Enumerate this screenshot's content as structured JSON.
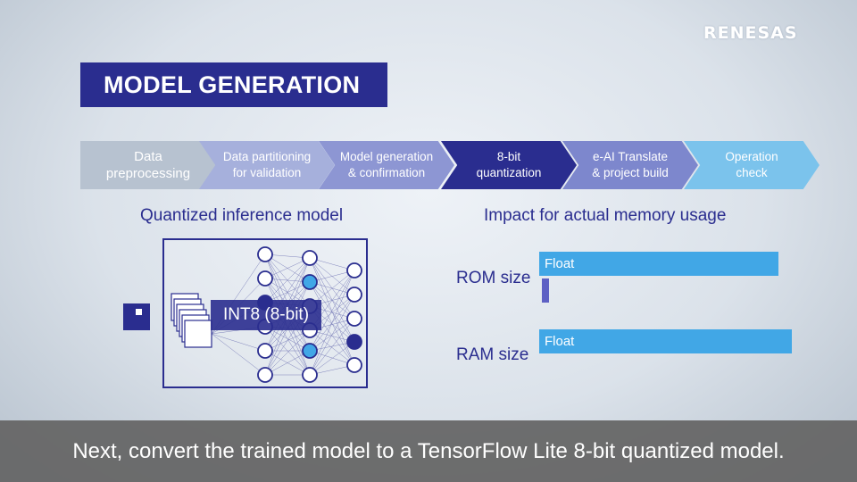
{
  "brand": {
    "logo": "RENESAS"
  },
  "header": {
    "title": "MODEL GENERATION"
  },
  "steps": [
    {
      "label": "Data\npreprocessing",
      "color": "#b7c2d0"
    },
    {
      "label": "Data partitioning\nfor validation",
      "color": "#a6b0dc"
    },
    {
      "label": "Model generation\n& confirmation",
      "color": "#8d96d3"
    },
    {
      "label": "8-bit\nquantization",
      "color": "#2a2d8f"
    },
    {
      "label": "e-AI Translate\n& project build",
      "color": "#7d87cd"
    },
    {
      "label": "Operation\ncheck",
      "color": "#7bc3ec"
    }
  ],
  "left_panel": {
    "title": "Quantized inference model",
    "badge": "INT8 (8-bit)"
  },
  "right_panel": {
    "title": "Impact for actual memory usage",
    "rom": {
      "label": "ROM size",
      "float_label": "Float",
      "float_value": 1.0,
      "quantized_value": 0.03
    },
    "ram": {
      "label": "RAM size",
      "float_label": "Float",
      "float_value": 1.0
    }
  },
  "caption": "Next, convert the trained model to a TensorFlow Lite 8-bit quantized model.",
  "colors": {
    "navy": "#2a2d8f",
    "float_bar": "#41a7e6",
    "accent_node": "#41a7e6"
  }
}
